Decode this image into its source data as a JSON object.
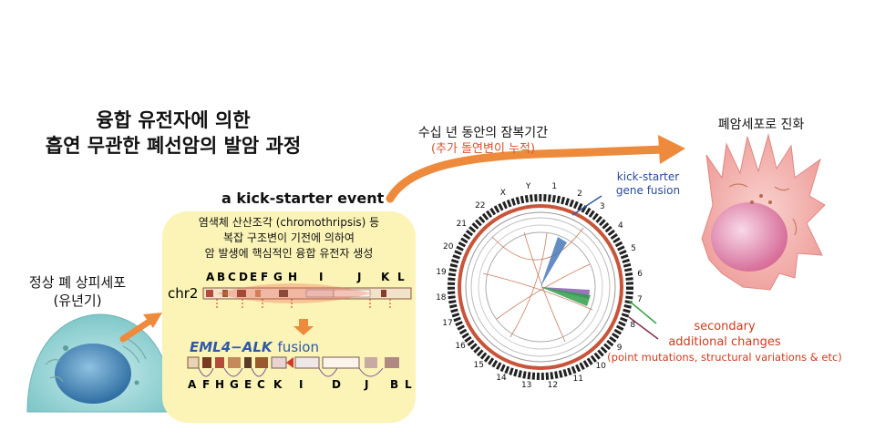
{
  "title": {
    "line1": "융합 유전자에 의한",
    "line2": "흡연 무관한 폐선암의 발암 과정"
  },
  "normal_cell": {
    "line1": "정상 폐 상피세포",
    "line2": "(유년기)"
  },
  "kick_starter": {
    "title": "a kick-starter event",
    "desc_line1": "염색체 산산조각 (chromothripsis) 등",
    "desc_line2": "복잡 구조변이 기전에 의하여",
    "desc_line3": "암 발생에 핵심적인 융합 유전자 생성",
    "chr_label": "chr2",
    "top_segments": [
      "A",
      "B",
      "C",
      "D",
      "E",
      "F",
      "G",
      "H",
      "I",
      "J",
      "K",
      "L"
    ],
    "fusion_label_gene": "EML4−ALK",
    "fusion_label_word": "fusion",
    "bottom_segments": [
      "A",
      "F",
      "H",
      "G",
      "E",
      "C",
      "K",
      "I",
      "D",
      "J",
      "B",
      "L"
    ]
  },
  "latency": {
    "line1": "수십 년 동안의 잠복기간",
    "line2": "(추가 돌연변이 누적)"
  },
  "evolution": {
    "label": "폐암세포로 진화"
  },
  "circos": {
    "kick_starter_label_line1": "kick-starter",
    "kick_starter_label_line2": "gene fusion",
    "secondary_line1": "secondary",
    "secondary_line2": "additional changes",
    "secondary_line3": "(point mutations, structural variations & etc)",
    "chromosome_labels": [
      "1",
      "2",
      "3",
      "4",
      "5",
      "6",
      "7",
      "8",
      "9",
      "10",
      "11",
      "12",
      "13",
      "14",
      "15",
      "16",
      "17",
      "18",
      "19",
      "20",
      "21",
      "22",
      "X",
      "Y"
    ]
  },
  "colors": {
    "arrow_orange": "#ee8a3c",
    "panel_yellow": "#fbf4b6",
    "fusion_blue": "#2e58a8",
    "secondary_red": "#cf3b1f",
    "cell_cyan": "#9fd8da",
    "nucleus_blue": "#3f7fb2",
    "cancer_pink": "#f2b1ad"
  }
}
